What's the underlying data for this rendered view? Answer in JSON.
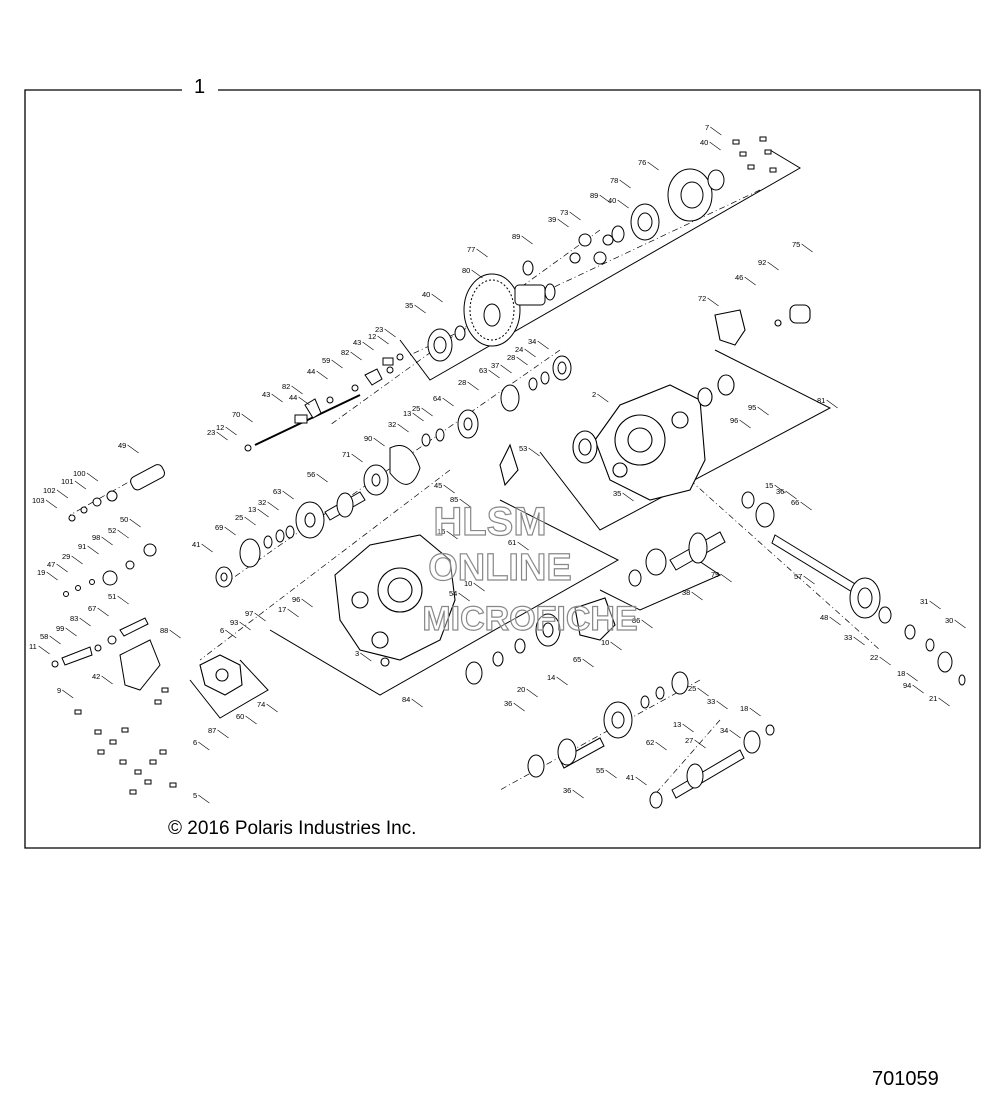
{
  "diagram": {
    "assembly_number": "1",
    "copyright": "© 2016 Polaris Industries Inc.",
    "drawing_number": "701059",
    "watermark": [
      "HLSM",
      "ONLINE",
      "MICROFICHE"
    ],
    "callouts": [
      "7",
      "40",
      "76",
      "78",
      "89",
      "73",
      "39",
      "40",
      "75",
      "77",
      "89",
      "80",
      "40",
      "35",
      "23",
      "12",
      "43",
      "82",
      "44",
      "59",
      "82",
      "44",
      "43",
      "12",
      "70",
      "23",
      "34",
      "24",
      "28",
      "37",
      "63",
      "28",
      "64",
      "25",
      "13",
      "32",
      "90",
      "71",
      "56",
      "63",
      "32",
      "13",
      "25",
      "69",
      "41",
      "49",
      "100",
      "101",
      "102",
      "103",
      "50",
      "52",
      "98",
      "91",
      "29",
      "47",
      "19",
      "51",
      "67",
      "83",
      "99",
      "58",
      "11",
      "42",
      "88",
      "9",
      "93",
      "97",
      "6",
      "17",
      "96",
      "60",
      "74",
      "6",
      "87",
      "5",
      "2",
      "53",
      "45",
      "85",
      "16",
      "10",
      "61",
      "54",
      "3",
      "84",
      "92",
      "46",
      "72",
      "95",
      "96",
      "81",
      "35",
      "15",
      "36",
      "66",
      "79",
      "38",
      "57",
      "48",
      "33",
      "31",
      "30",
      "22",
      "18",
      "94",
      "21",
      "86",
      "10",
      "65",
      "14",
      "20",
      "36",
      "33",
      "25",
      "13",
      "62",
      "18",
      "34",
      "27",
      "55",
      "41",
      "36"
    ]
  }
}
